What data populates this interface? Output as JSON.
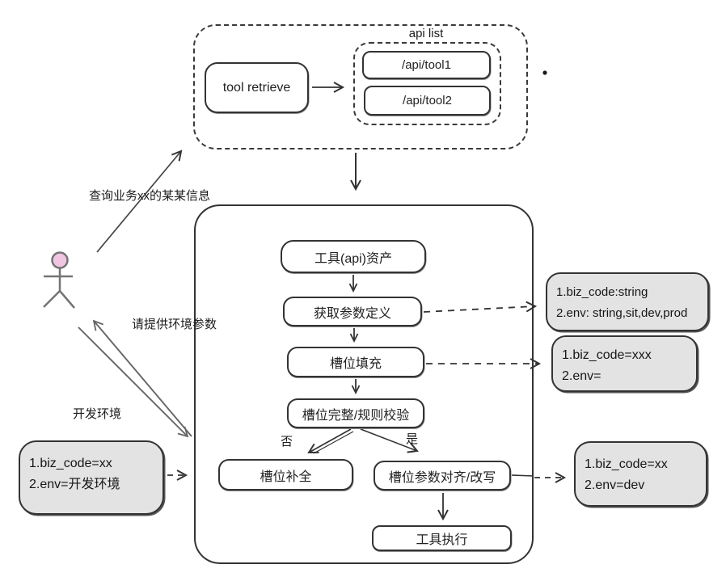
{
  "retrieval_group": {
    "tool_retrieve_label": "tool retrieve",
    "api_list_title": "api list",
    "api_endpoints": [
      "/api/tool1",
      "/api/tool2"
    ]
  },
  "actor": {
    "query_message": "查询业务xx的某某信息",
    "env_request_message": "请提供环境参数",
    "env_reply_message": "开发环境"
  },
  "pipeline": {
    "tool_asset": "工具(api)资产",
    "get_param_def": "获取参数定义",
    "slot_filling": "槽位填充",
    "slot_validation": "槽位完整/规则校验",
    "branch_no": "否",
    "branch_yes": "是",
    "slot_completion": "槽位补全",
    "slot_align": "槽位参数对齐/改写",
    "tool_execute": "工具执行"
  },
  "notes": {
    "dev_env_input": [
      "1.biz_code=xx",
      "2.env=开发环境"
    ],
    "param_definition": [
      "1.biz_code:string",
      "2.env: string,sit,dev,prod"
    ],
    "slot_filled": [
      "1.biz_code=xxx",
      "2.env="
    ],
    "final_params": [
      "1.biz_code=xx",
      "2.env=dev"
    ]
  },
  "colors": {
    "stroke": "#333333",
    "note_fill": "#e3e3e3",
    "actor_head_fill": "#f2c6e2",
    "actor_stroke": "#747474"
  }
}
